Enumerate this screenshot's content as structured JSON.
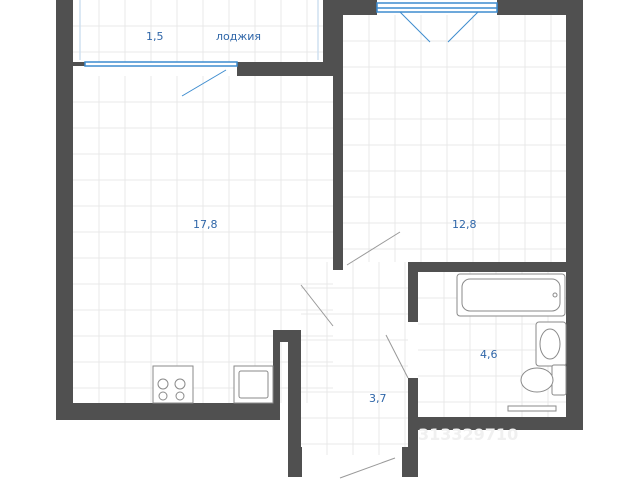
{
  "colors": {
    "wall": "#505050",
    "grid": "#e6e6e6",
    "label": "#2f66a8",
    "window": "#3d8ccf",
    "fixture": "#8a8a8a"
  },
  "rooms": {
    "loggia": {
      "area": "1,5",
      "name": "лоджия"
    },
    "living": {
      "area": "17,8"
    },
    "bedroom": {
      "area": "12,8"
    },
    "hall": {
      "area": "3,7"
    },
    "bath": {
      "area": "4,6"
    }
  },
  "watermark": "313329710"
}
